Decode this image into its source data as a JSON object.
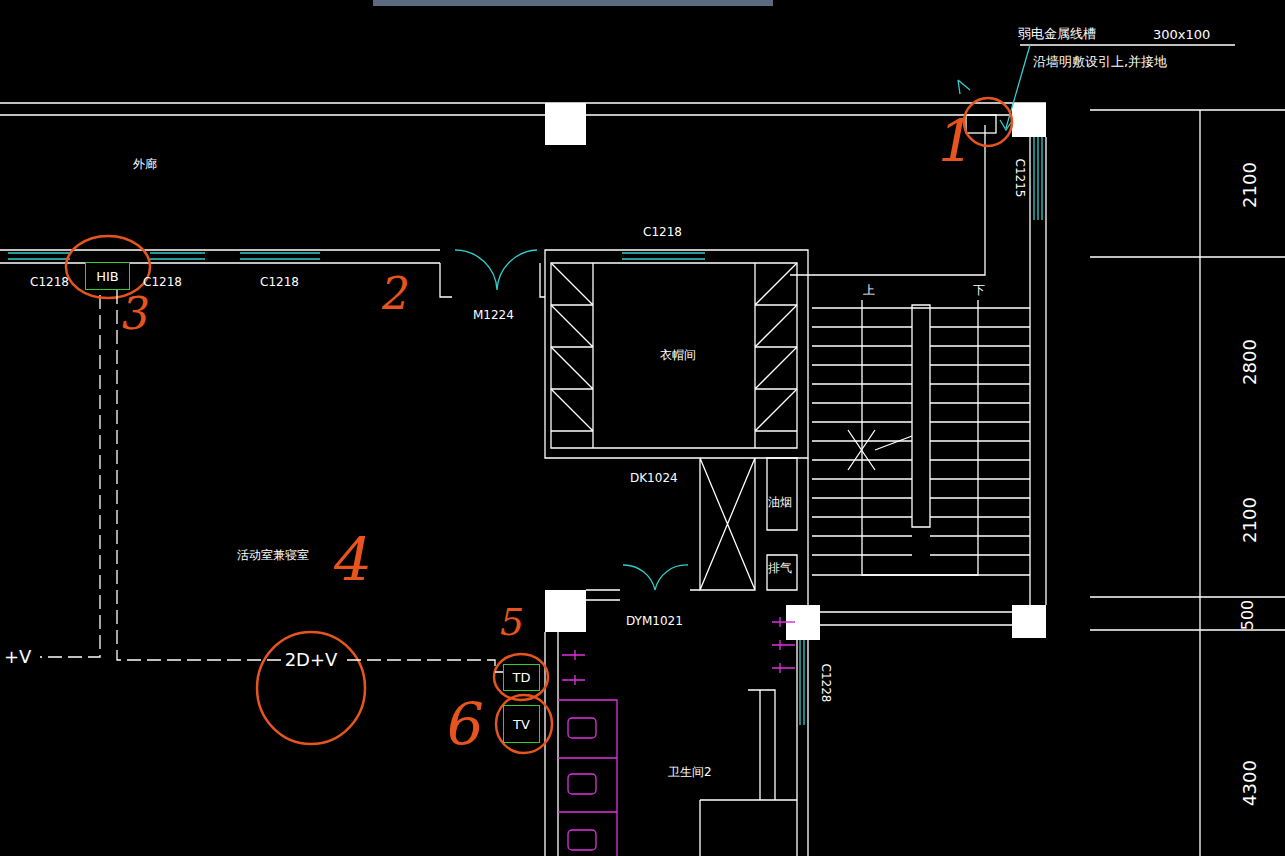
{
  "diagram": {
    "nodes": [
      {
        "text": [
          "HIB"
        ]
      },
      {
        "text": [
          "TD"
        ]
      },
      {
        "text": [
          "TV"
        ]
      }
    ],
    "edges": [
      {
        "from": 0,
        "to": 1,
        "arrow": "none",
        "label": "2D+V"
      }
    ],
    "labels": [
      "弱电金属线槽",
      "300x100",
      "沿墙明敷设引上,并接地",
      "C1215",
      "2100",
      "2800",
      "2100",
      "500",
      "4300",
      "外廊",
      "C1218",
      "C1218",
      "C1218",
      "C1218",
      "M1224",
      "衣帽间",
      "DK1024",
      "油烟",
      "排气",
      "上",
      "下",
      "活动室兼寝室",
      "DYM1021",
      "卫生间2",
      "C1228",
      "+V",
      "1",
      "2",
      "3",
      "4",
      "5",
      "6"
    ]
  }
}
